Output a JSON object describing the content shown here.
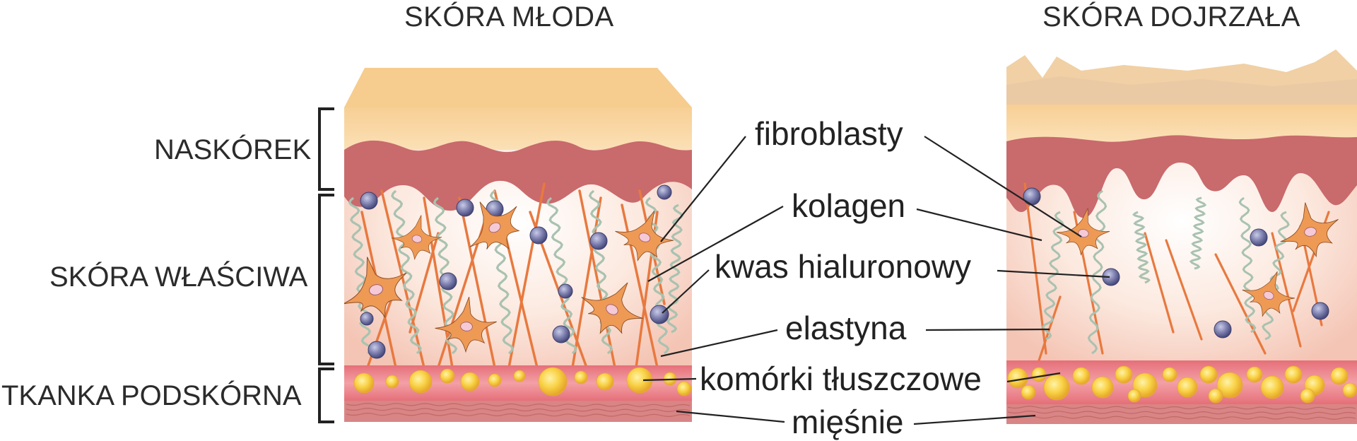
{
  "titles": {
    "young": "SKÓRA MŁODA",
    "mature": "SKÓRA DOJRZAŁA"
  },
  "layers": {
    "epidermis": "NASKÓREK",
    "dermis": "SKÓRA WŁAŚCIWA",
    "subcutis": "TKANKA PODSKÓRNA"
  },
  "components": {
    "fibroblasts": "fibroblasty",
    "collagen": "kolagen",
    "hyaluronic": "kwas hialuronowy",
    "elastin": "elastyna",
    "fat_cells": "komórki tłuszczowe",
    "muscles": "mięśnie"
  },
  "colors": {
    "epidermis_top": "#f6cf98",
    "epidermis_wave": "#c96a6c",
    "dermis": "#f9dcd0",
    "collagen": "#e8793f",
    "elastin": "#a9c2b0",
    "hyaluronic": "#7d7fae",
    "fibroblast": "#ee9a55",
    "fat": "#f6c83c",
    "subcutis": "#e97d86",
    "muscle": "#d27a7a"
  },
  "icons": {
    "layer_bracket": "bracket-icon",
    "fibroblast": "fibroblast-icon",
    "hyaluronic": "molecule-icon",
    "fat_cell": "fat-cell-icon"
  }
}
